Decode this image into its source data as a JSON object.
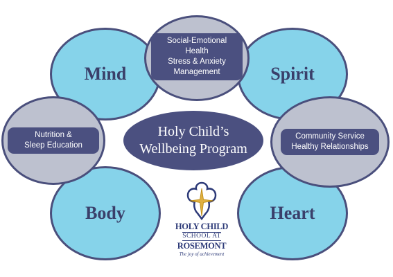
{
  "circles": {
    "mind": {
      "label": "Mind"
    },
    "spirit": {
      "label": "Spirit"
    },
    "body": {
      "label": "Body"
    },
    "heart": {
      "label": "Heart"
    },
    "top": {
      "line1": "Social-Emotional Health",
      "line2": "Stress & Anxiety",
      "line3": "Management"
    },
    "left": {
      "line1": "Nutrition &",
      "line2": "Sleep Education"
    },
    "right": {
      "line1": "Community Service",
      "line2": "Healthy Relationships"
    }
  },
  "center": {
    "line1": "Holy Child’s",
    "line2": "Wellbeing Program"
  },
  "logo": {
    "line1": "HOLY CHILD",
    "line2": "SCHOOL AT",
    "line3": "ROSEMONT",
    "tagline": "The joy of achievement"
  },
  "colors": {
    "blue": "#86d3ea",
    "grey": "#bdc1cf",
    "navy": "#4b5080",
    "outline": "#4a4f7c"
  }
}
